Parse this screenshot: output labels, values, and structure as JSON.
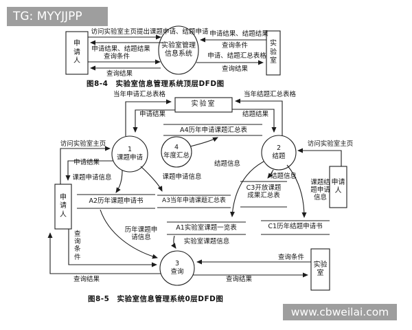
{
  "watermarks": {
    "top": "TG: MYYJJPP",
    "bottom": "www.cbweilai.com"
  },
  "top_diagram": {
    "caption": "图8-4　实验室信息管理系统顶层DFD图",
    "entities": {
      "applicant": "申请人",
      "lab": "实验室"
    },
    "process": {
      "name": "实验室管理信息系统"
    },
    "flows": {
      "visit_request": "访问实验室主页提出课题申请、结题申请",
      "apply_concl_result": "申请结果、结题结果",
      "query_condition": "查询条件",
      "query_result": "查询结果",
      "apply_concl_result_right": "申请结果、结题结果",
      "query_condition_right": "查询条件",
      "apply_concl_summary_tables": "申请、结题汇总表格",
      "query_result_right": "查询结果"
    }
  },
  "bottom_diagram": {
    "caption": "图8-5　实验室信息管理系统0层DFD图",
    "entities": {
      "lab_top": "实验室",
      "applicant_left": "申请人",
      "applicant_right": "申请人",
      "lab_bottom": "实验室"
    },
    "processes": {
      "p1": {
        "num": "1",
        "name": "课题申请"
      },
      "p2": {
        "num": "2",
        "name": "结题"
      },
      "p3": {
        "num": "3",
        "name": "查询"
      },
      "p4": {
        "num": "4",
        "name": "年度汇总"
      }
    },
    "stores": {
      "a2": "A2历年课题申请书",
      "a3": "A3当年申请课题汇总表",
      "a4": "A4历年申请课题汇总表",
      "a1": "A1实验室课题一览表",
      "c3": "C3开放课题成果汇总表",
      "c1": "C1历年结题申请书"
    },
    "flows": {
      "visit_left": "访问实验室主页",
      "apply_result_left": "申请结果",
      "year_apply_summary": "当年申请汇总表格",
      "apply_result_top": "申请结果",
      "year_concl_summary": "当年结题汇总表格",
      "concl_result": "结题结果",
      "visit_right": "访问实验室主页",
      "topic_apply_info": "课题申请信息",
      "concl_info": "结题信息",
      "topic_concl_apply_info": "课题结题申请信息",
      "history_topic_apply_info": "历年课题申请信息",
      "lab_topic_info": "实验室课题信息",
      "query_condition": "查询条件",
      "query_result": "查询结果"
    }
  }
}
